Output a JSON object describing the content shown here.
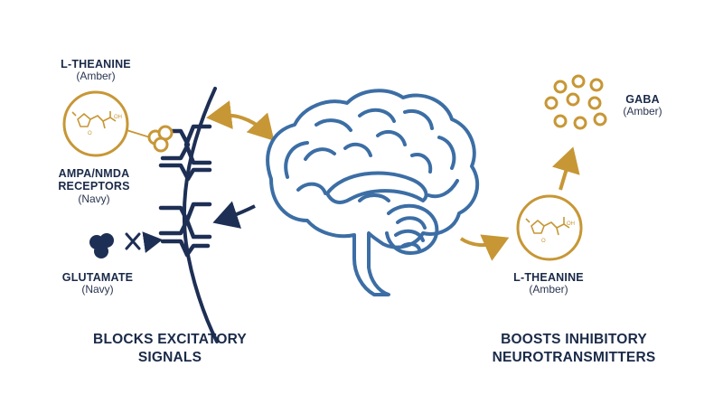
{
  "colors": {
    "navy": "#1e2f55",
    "brain_blue": "#3c6ea5",
    "amber": "#c79736"
  },
  "labels": {
    "theanine_left": {
      "title": "L-THEANINE",
      "sub": "(Amber)"
    },
    "receptors": {
      "line1": "AMPA/NMDA",
      "line2": "RECEPTORS",
      "sub": "(Navy)"
    },
    "glutamate": {
      "title": "GLUTAMATE",
      "sub": "(Navy)"
    },
    "gaba": {
      "title": "GABA",
      "sub": "(Amber)"
    },
    "theanine_right": {
      "title": "L-THEANINE",
      "sub": "(Amber)"
    },
    "molecule_oh": "OH",
    "molecule_o": "O"
  },
  "captions": {
    "left": {
      "line1": "BLOCKS EXCITATORY",
      "line2": "SIGNALS"
    },
    "right": {
      "line1": "BOOSTS INHIBITORY",
      "line2": "NEUROTRANSMITTERS"
    }
  },
  "icons": {
    "brain": "brain-icon",
    "membrane": "cell-membrane-icon",
    "receptor": "receptor-channel-icon",
    "molecule": "l-theanine-molecule-icon",
    "glutamate": "glutamate-molecule-icon",
    "gaba": "gaba-molecules-icon",
    "blocked": "blocked-cross-icon"
  }
}
